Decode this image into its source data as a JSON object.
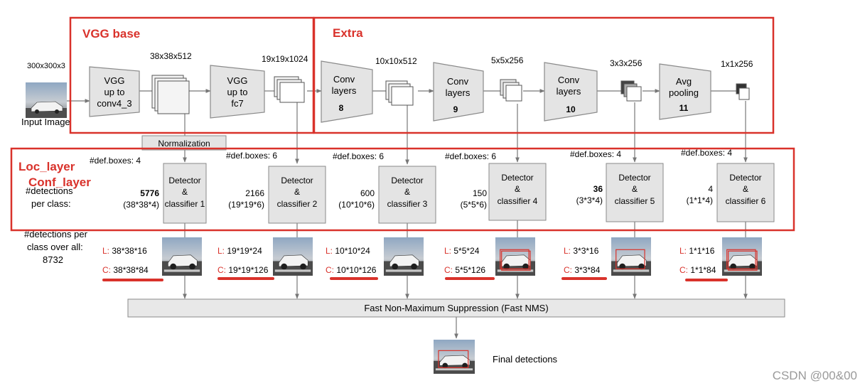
{
  "colors": {
    "accent_red": "#d9322b",
    "box_fill": "#e4e4e4",
    "box_stroke": "#8a8a8a",
    "line": "#777777",
    "text": "#111111",
    "watermark": "#9a9a9a"
  },
  "regions": {
    "vgg_base": "VGG base",
    "extra": "Extra",
    "loc_layer": "Loc_layer",
    "conf_layer": "Conf_layer"
  },
  "input": {
    "size": "300x300x3",
    "label": "Input Image"
  },
  "blocks": {
    "vgg1": [
      "VGG",
      "up to",
      "conv4_3"
    ],
    "vgg2": [
      "VGG",
      "up to",
      "fc7"
    ],
    "conv8": [
      "Conv",
      "layers",
      "8"
    ],
    "conv9": [
      "Conv",
      "layers",
      "9"
    ],
    "conv10": [
      "Conv",
      "layers",
      "10"
    ],
    "avg11": [
      "Avg",
      "pooling",
      "11"
    ]
  },
  "feature_maps": [
    "38x38x512",
    "19x19x1024",
    "10x10x512",
    "5x5x256",
    "3x3x256",
    "1x1x256"
  ],
  "normalization": "Normalization",
  "detectors": [
    {
      "boxes": "#def.boxes: 4",
      "label": [
        "Detector",
        "&",
        "classifier 1"
      ],
      "count": "5776",
      "formula": "(38*38*4)",
      "loc": "38*38*16",
      "conf": "38*38*84"
    },
    {
      "boxes": "#def.boxes: 6",
      "label": [
        "Detector",
        "&",
        "classifier 2"
      ],
      "count": "2166",
      "formula": "(19*19*6)",
      "loc": "19*19*24",
      "conf": "19*19*126"
    },
    {
      "boxes": "#def.boxes: 6",
      "label": [
        "Detector",
        "&",
        "classifier 3"
      ],
      "count": "600",
      "formula": "(10*10*6)",
      "loc": "10*10*24",
      "conf": "10*10*126"
    },
    {
      "boxes": "#def.boxes: 6",
      "label": [
        "Detector",
        "&",
        "classifier 4"
      ],
      "count": "150",
      "formula": "(5*5*6)",
      "loc": "5*5*24",
      "conf": "5*5*126"
    },
    {
      "boxes": "#def.boxes: 4",
      "label": [
        "Detector",
        "&",
        "classifier 5"
      ],
      "count": "36",
      "formula": "(3*3*4)",
      "loc": "3*3*16",
      "conf": "3*3*84"
    },
    {
      "boxes": "#def.boxes: 4",
      "label": [
        "Detector",
        "&",
        "classifier 6"
      ],
      "count": "4",
      "formula": "(1*1*4)",
      "loc": "1*1*16",
      "conf": "1*1*84"
    }
  ],
  "loc_prefix": "L:",
  "conf_prefix": "C:",
  "detections_per_class": [
    "#detections",
    "per class:"
  ],
  "detections_overall": [
    "#detections per",
    "class over all:",
    "8732"
  ],
  "nms": "Fast Non-Maximum Suppression (Fast NMS)",
  "final": "Final detections",
  "watermark": "CSDN @00&00"
}
